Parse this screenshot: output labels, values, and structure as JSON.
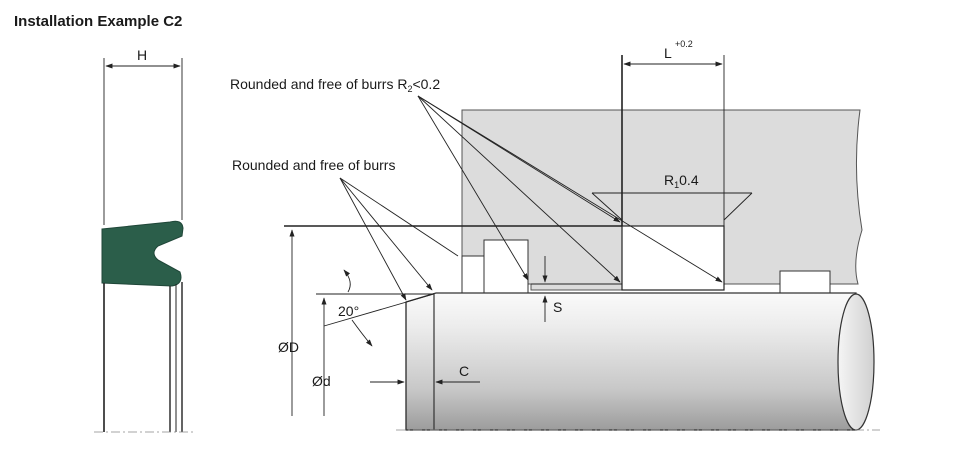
{
  "title": "Installation Example C2",
  "labels": {
    "H": "H",
    "L": "L",
    "L_tol": "+0.2",
    "rounded_r2_prefix": "Rounded and free of burrs R",
    "rounded_r2_sub": "2",
    "rounded_r2_suffix": "<0.2",
    "rounded": "Rounded and free of burrs",
    "r1_prefix": "R",
    "r1_sub": "1",
    "r1_suffix": "0.4",
    "angle": "20°",
    "S": "S",
    "C": "C",
    "D": "ØD",
    "d": "Ød"
  },
  "colors": {
    "seal": "#2b5e4a",
    "seal_dark": "#1f4638",
    "housing": "#dcdcdc",
    "shaft_light": "#f2f2f2",
    "shaft_dark": "#9a9a9a",
    "line": "#222222"
  }
}
